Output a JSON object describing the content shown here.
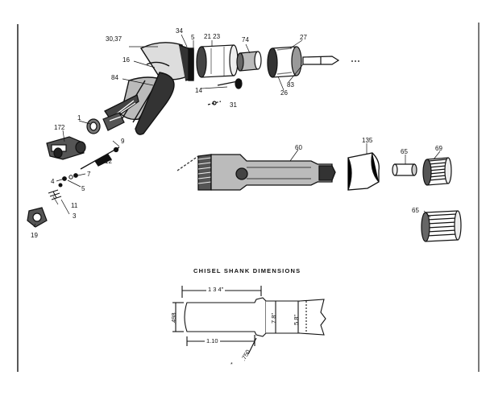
{
  "callouts": {
    "c3037": "30,37",
    "c34": "34",
    "c5": "5",
    "c2123": "21 23",
    "c74": "74",
    "c27": "27",
    "c16": "16",
    "c84": "84",
    "c83": "83",
    "c14": "14",
    "c31": "31",
    "c26": "26",
    "c1": "1",
    "c172": "172",
    "c9": "9",
    "c12": "12",
    "c7": "7",
    "c4": "4",
    "c5b": "5",
    "c11": "11",
    "c3": "3",
    "c19": "19",
    "c60": "60",
    "c135": "135",
    "c65a": "65",
    "c69": "69",
    "c65b": "65"
  },
  "diagram_title": "CHISEL SHANK DIMENSIONS",
  "dimensions": {
    "overall": "1 3 4\"",
    "dia": ".498",
    "collar": "7 8\"",
    "shank": "5 8\"",
    "len": "1.10",
    "fillet": ".750"
  },
  "footnote": "*"
}
